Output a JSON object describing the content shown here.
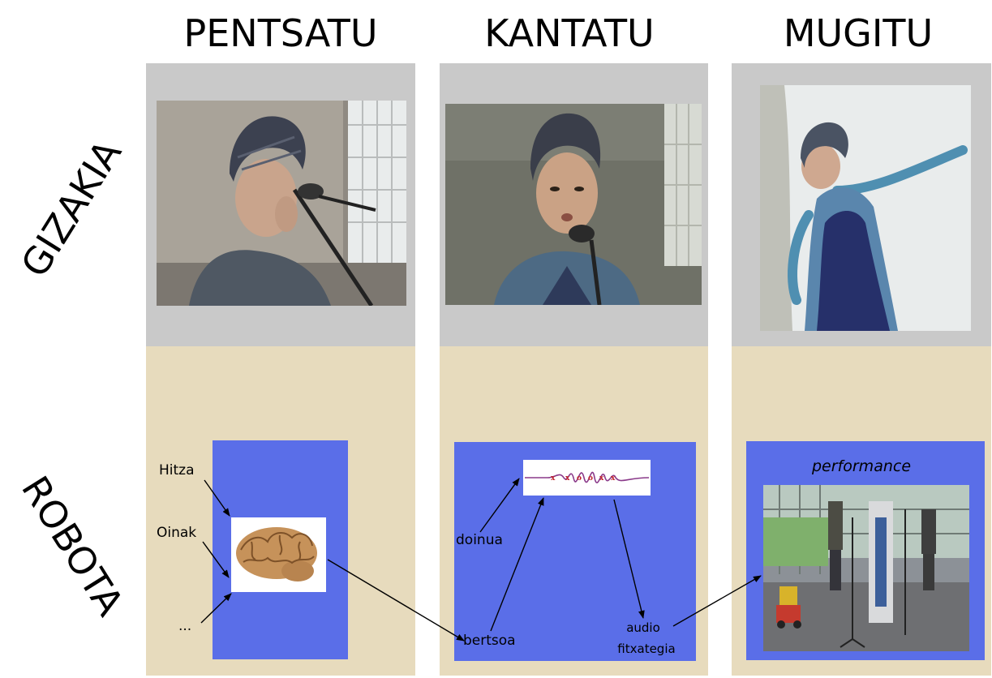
{
  "columns": [
    {
      "title": "PENTSATU"
    },
    {
      "title": "KANTATU"
    },
    {
      "title": "MUGITU"
    }
  ],
  "rows": {
    "top": "GIZAKIA",
    "bottom": "ROBOTA"
  },
  "pentsatu": {
    "inputs": [
      "Hitza",
      "Oinak",
      "..."
    ]
  },
  "kantatu": {
    "tune_label": "doinua",
    "verse_label": "bertsoa",
    "audio_line1": "audio",
    "audio_line2": "fitxategia"
  },
  "mugitu": {
    "caption": "performance"
  },
  "colors": {
    "top_band": "#c9c9c9",
    "bottom_band": "#e7dbbd",
    "panel_blue": "#5a6ee8"
  }
}
